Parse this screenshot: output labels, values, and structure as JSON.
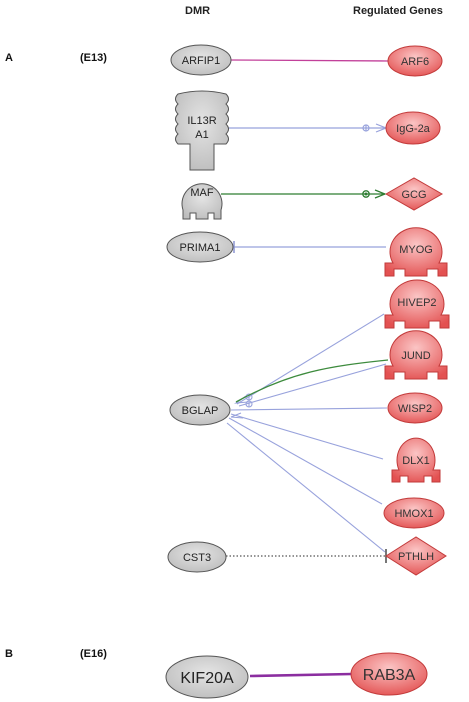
{
  "headers": {
    "dmr": "DMR",
    "regulated": "Regulated Genes"
  },
  "panels": [
    {
      "letter": "A",
      "stage": "(E13)"
    },
    {
      "letter": "B",
      "stage": "(E16)"
    }
  ],
  "dmr_nodes": [
    {
      "id": "ARFIP1",
      "label": "ARFIP1",
      "shape": "ellipse"
    },
    {
      "id": "IL13RA1",
      "label_lines": [
        "IL13R",
        "A1"
      ],
      "shape": "receptor"
    },
    {
      "id": "MAF",
      "label": "MAF",
      "shape": "transcription-regulator"
    },
    {
      "id": "PRIMA1",
      "label": "PRIMA1",
      "shape": "ellipse"
    },
    {
      "id": "BGLAP",
      "label": "BGLAP",
      "shape": "ellipse"
    },
    {
      "id": "CST3",
      "label": "CST3",
      "shape": "ellipse"
    },
    {
      "id": "KIF20A",
      "label": "KIF20A",
      "shape": "ellipse"
    }
  ],
  "gene_nodes": [
    {
      "id": "ARF6",
      "label": "ARF6",
      "shape": "ellipse"
    },
    {
      "id": "IgG-2a",
      "label": "IgG-2a",
      "shape": "ellipse"
    },
    {
      "id": "GCG",
      "label": "GCG",
      "shape": "diamond"
    },
    {
      "id": "MYOG",
      "label": "MYOG",
      "shape": "transcription-regulator"
    },
    {
      "id": "HIVEP2",
      "label": "HIVEP2",
      "shape": "transcription-regulator"
    },
    {
      "id": "JUND",
      "label": "JUND",
      "shape": "transcription-regulator"
    },
    {
      "id": "WISP2",
      "label": "WISP2",
      "shape": "ellipse"
    },
    {
      "id": "DLX1",
      "label": "DLX1",
      "shape": "transcription-regulator"
    },
    {
      "id": "HMOX1",
      "label": "HMOX1",
      "shape": "ellipse"
    },
    {
      "id": "PTHLH",
      "label": "PTHLH",
      "shape": "diamond"
    },
    {
      "id": "RAB3A",
      "label": "RAB3A",
      "shape": "ellipse"
    }
  ],
  "edges": [
    {
      "from": "ARFIP1",
      "to": "ARF6",
      "style": "solid",
      "color": "#c2409a",
      "end": "none"
    },
    {
      "from": "IL13RA1",
      "to": "IgG-2a",
      "style": "solid",
      "color": "#98a2dc",
      "end": "arrow"
    },
    {
      "from": "MAF",
      "to": "GCG",
      "style": "solid",
      "color": "#2e7d32",
      "end": "arrow"
    },
    {
      "from": "MYOG",
      "to": "PRIMA1",
      "style": "solid",
      "color": "#98a2dc",
      "end": "tbar"
    },
    {
      "from": "HIVEP2",
      "to": "BGLAP",
      "style": "solid",
      "color": "#98a2dc",
      "end": "arrow"
    },
    {
      "from": "JUND",
      "to": "BGLAP",
      "style": "solid",
      "color": "#98a2dc",
      "end": "arrow"
    },
    {
      "from": "JUND",
      "to": "BGLAP",
      "style": "solid",
      "color": "#3d8b3d",
      "end": "arrow"
    },
    {
      "from": "WISP2",
      "to": "BGLAP",
      "style": "solid",
      "color": "#98a2dc",
      "end": "arrow"
    },
    {
      "from": "DLX1",
      "to": "BGLAP",
      "style": "solid",
      "color": "#98a2dc",
      "end": "arrow"
    },
    {
      "from": "HMOX1",
      "to": "BGLAP",
      "style": "solid",
      "color": "#98a2dc",
      "end": "arrow"
    },
    {
      "from": "PTHLH",
      "to": "BGLAP",
      "style": "solid",
      "color": "#98a2dc",
      "end": "arrow"
    },
    {
      "from": "CST3",
      "to": "PTHLH",
      "style": "dotted",
      "color": "#555555",
      "end": "tbar"
    },
    {
      "from": "KIF20A",
      "to": "RAB3A",
      "style": "solid",
      "color": "#8b2ea0",
      "end": "none"
    }
  ],
  "colors": {
    "dmr_fill": "#c9c9c9",
    "gene_fill": "#e85a5a",
    "outline": "#555555"
  }
}
